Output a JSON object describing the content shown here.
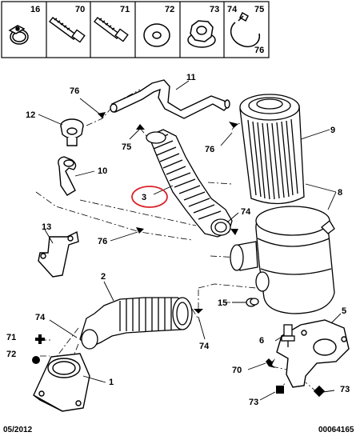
{
  "legend": {
    "items": [
      {
        "num": "16",
        "icon": "hose-clamp-icon"
      },
      {
        "num": "70",
        "icon": "bolt-icon"
      },
      {
        "num": "71",
        "icon": "bolt-icon"
      },
      {
        "num": "72",
        "icon": "washer-icon"
      },
      {
        "num": "73",
        "icon": "flange-nut-icon"
      },
      {
        "num": "74",
        "icon": "hose-clamp-icon"
      },
      {
        "num": "75",
        "icon": "clip-icon"
      },
      {
        "num": "76",
        "icon": "clip-icon"
      }
    ]
  },
  "callouts": {
    "c1": "1",
    "c2": "2",
    "c3": "3",
    "c5": "5",
    "c6": "6",
    "c8": "8",
    "c9": "9",
    "c10": "10",
    "c11": "11",
    "c12": "12",
    "c13": "13",
    "c15": "15",
    "c70": "70",
    "c71": "71",
    "c72": "72",
    "c73a": "73",
    "c73b": "73",
    "c74a": "74",
    "c74b": "74",
    "c74c": "74",
    "c75": "75",
    "c76a": "76",
    "c76b": "76",
    "c76c": "76"
  },
  "footer": {
    "date": "05/2012",
    "code": "00064165"
  },
  "colors": {
    "line": "#000000",
    "highlight": "#d9232a"
  }
}
